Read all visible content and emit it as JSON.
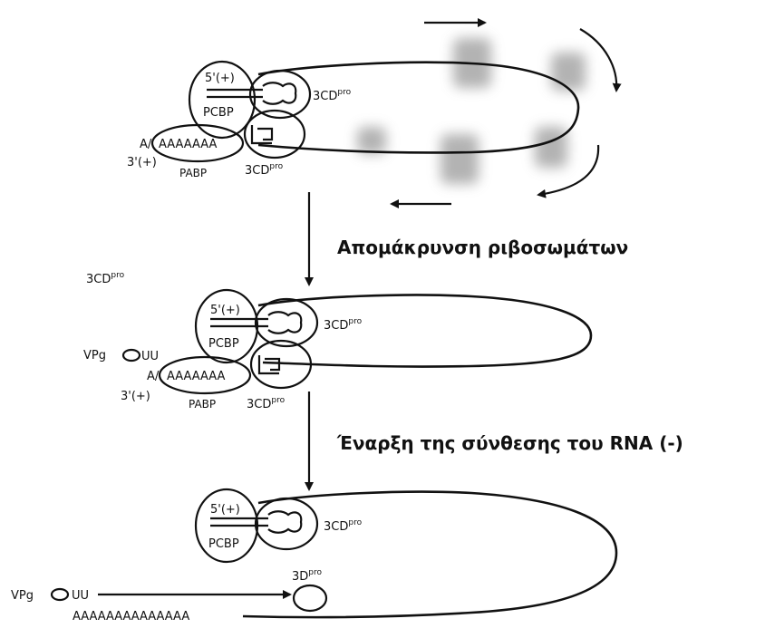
{
  "steps": {
    "step1": "Απομάκρυνση ριβοσωμάτων",
    "step2": "Έναρξη της σύνθεσης του RNA (-)"
  },
  "labels": {
    "five_prime": "5'(+)",
    "three_prime": "3'(+)",
    "pcbp": "PCBP",
    "pabp": "PABP",
    "cd_base": "3CD",
    "cd_sup": "pro",
    "d_base": "3D",
    "vpg": "VPg",
    "uu": "UU",
    "polyA_short": "AAAAAAA",
    "polyA_long": "AAAAAAAAAAAAAA",
    "a_prefix": "A/"
  }
}
